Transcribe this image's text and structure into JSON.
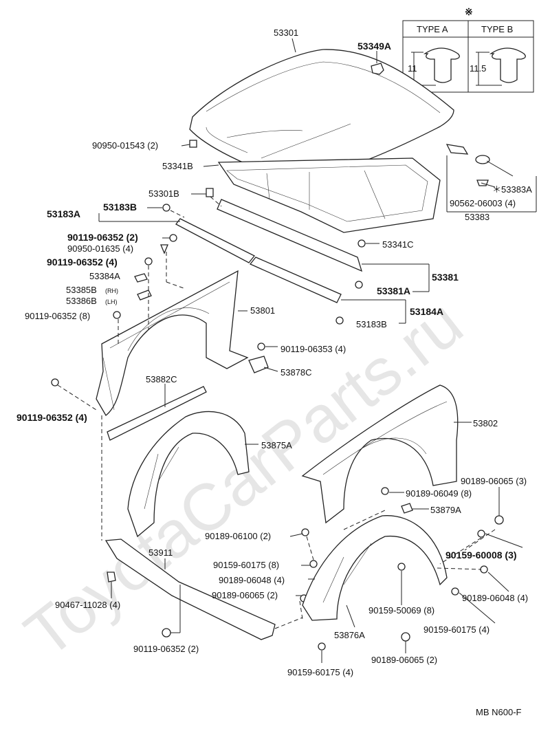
{
  "watermark": "ToyotaCarParts.ru",
  "inset": {
    "mark": "※",
    "type_a": "TYPE A",
    "type_b": "TYPE B",
    "dim_a": "11",
    "dim_b": "11.5"
  },
  "footer_code": "MB N600-F",
  "labels": {
    "p53301": "53301",
    "p53349A": "53349A",
    "p90950_01543": "90950-01543 (2)",
    "p53341B": "53341B",
    "p53301B": "53301B",
    "p53183A": "53183A",
    "p53183B_top": "53183B",
    "p90119_06352_2": "90119-06352 (2)",
    "p90950_01635": "90950-01635 (4)",
    "p90119_06352_4a": "90119-06352 (4)",
    "p53384A": "53384A",
    "p53385B": "53385B",
    "p53385B_side": "(RH)",
    "p53386B": "53386B",
    "p53386B_side": "(LH)",
    "p90119_06352_8": "90119-06352 (8)",
    "p53383A": "＊53383A",
    "p90562_06003": "90562-06003 (4)",
    "p53383": "53383",
    "p53341C": "53341C",
    "p53381": "53381",
    "p53381A": "53381A",
    "p53184A": "53184A",
    "p53183B_low": "53183B",
    "p53801": "53801",
    "p90119_06353": "90119-06353 (4)",
    "p53878C": "53878C",
    "p53882C": "53882C",
    "p90119_06352_4b": "90119-06352 (4)",
    "p53875A": "53875A",
    "p53802": "53802",
    "p90189_06065_3": "90189-06065 (3)",
    "p90189_06049": "90189-06049 (8)",
    "p53879A": "53879A",
    "p90189_06100": "90189-06100 (2)",
    "p90159_60008": "90159-60008 (3)",
    "p53911": "53911",
    "p90159_60175_8": "90159-60175 (8)",
    "p90189_06048_4a": "90189-06048 (4)",
    "p90189_06048_4b": "90189-06048 (4)",
    "p90189_06065_2a": "90189-06065 (2)",
    "p90467_11028": "90467-11028 (4)",
    "p90159_50069": "90159-50069 (8)",
    "p90159_60175_4a": "90159-60175 (4)",
    "p53876A": "53876A",
    "p90119_06352_2b": "90119-06352 (2)",
    "p90189_06065_2b": "90189-06065 (2)",
    "p90159_60175_4b": "90159-60175 (4)"
  }
}
